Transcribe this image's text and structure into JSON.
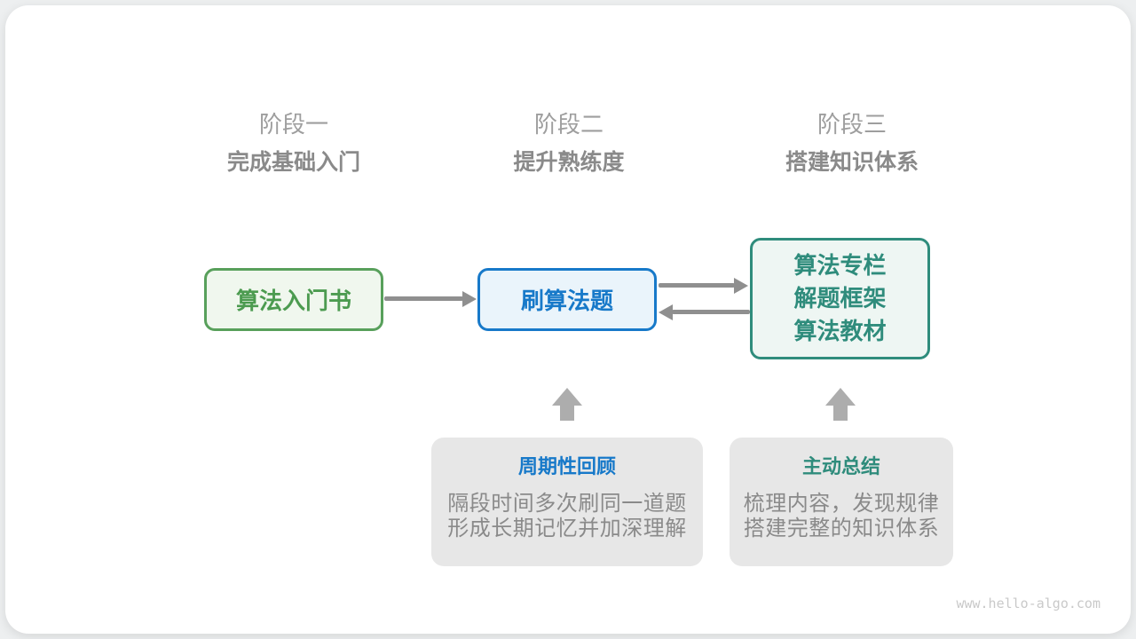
{
  "page": {
    "watermark": "www.hello-algo.com",
    "card_background": "#ffffff",
    "outer_background": "#edeff0"
  },
  "stages": [
    {
      "label": "阶段一",
      "subtitle": "完成基础入门"
    },
    {
      "label": "阶段二",
      "subtitle": "提升熟练度"
    },
    {
      "label": "阶段三",
      "subtitle": "搭建知识体系"
    }
  ],
  "flow": {
    "node1": {
      "label": "算法入门书",
      "text_color": "#4c9b50",
      "border_color": "#58a05b",
      "fill": "#f0f7ee"
    },
    "node2": {
      "label": "刷算法题",
      "text_color": "#1779c9",
      "border_color": "#1779c9",
      "fill": "#eaf4fb"
    },
    "node3": {
      "line1": "算法专栏",
      "line2": "解题框架",
      "line3": "算法教材",
      "text_color": "#2f8c7c",
      "border_color": "#2f8c7c",
      "fill": "#eef6f3"
    },
    "arrow_color": "#8f8f8f",
    "up_arrow_color": "#adadad"
  },
  "notes": [
    {
      "title": "周期性回顾",
      "title_color": "#1779c9",
      "line1": "隔段时间多次刷同一道题",
      "line2": "形成长期记忆并加深理解"
    },
    {
      "title": "主动总结",
      "title_color": "#2f8c7c",
      "line1": "梳理内容，发现规律",
      "line2": "搭建完整的知识体系"
    }
  ]
}
